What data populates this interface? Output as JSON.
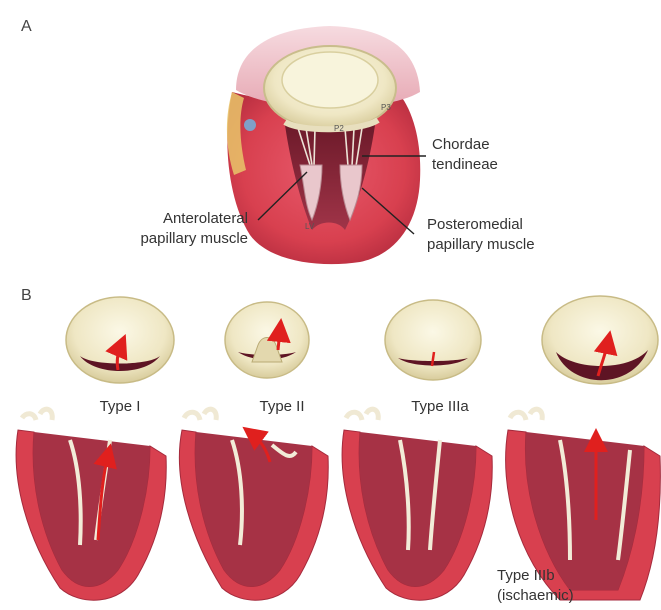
{
  "panels": {
    "a": "A",
    "b": "B"
  },
  "anatomy": {
    "chordae_line1": "Chordae",
    "chordae_line2": "tendineae",
    "anterolateral_line1": "Anterolateral",
    "anterolateral_line2": "papillary muscle",
    "posteromedial_line1": "Posteromedial",
    "posteromedial_line2": "papillary muscle",
    "scallop_p2": "P2",
    "scallop_p3": "P3",
    "lv": "LV"
  },
  "types": {
    "type1": "Type I",
    "type2": "Type II",
    "type3a": "Type IIIa",
    "type3b_line1": "Type IIIb",
    "type3b_line2": "(ischaemic)"
  },
  "colors": {
    "muscle": "#d9455a",
    "muscle_dark": "#8e2035",
    "valve": "#efe8c8",
    "arrow": "#e0201e",
    "leader": "#222222"
  }
}
